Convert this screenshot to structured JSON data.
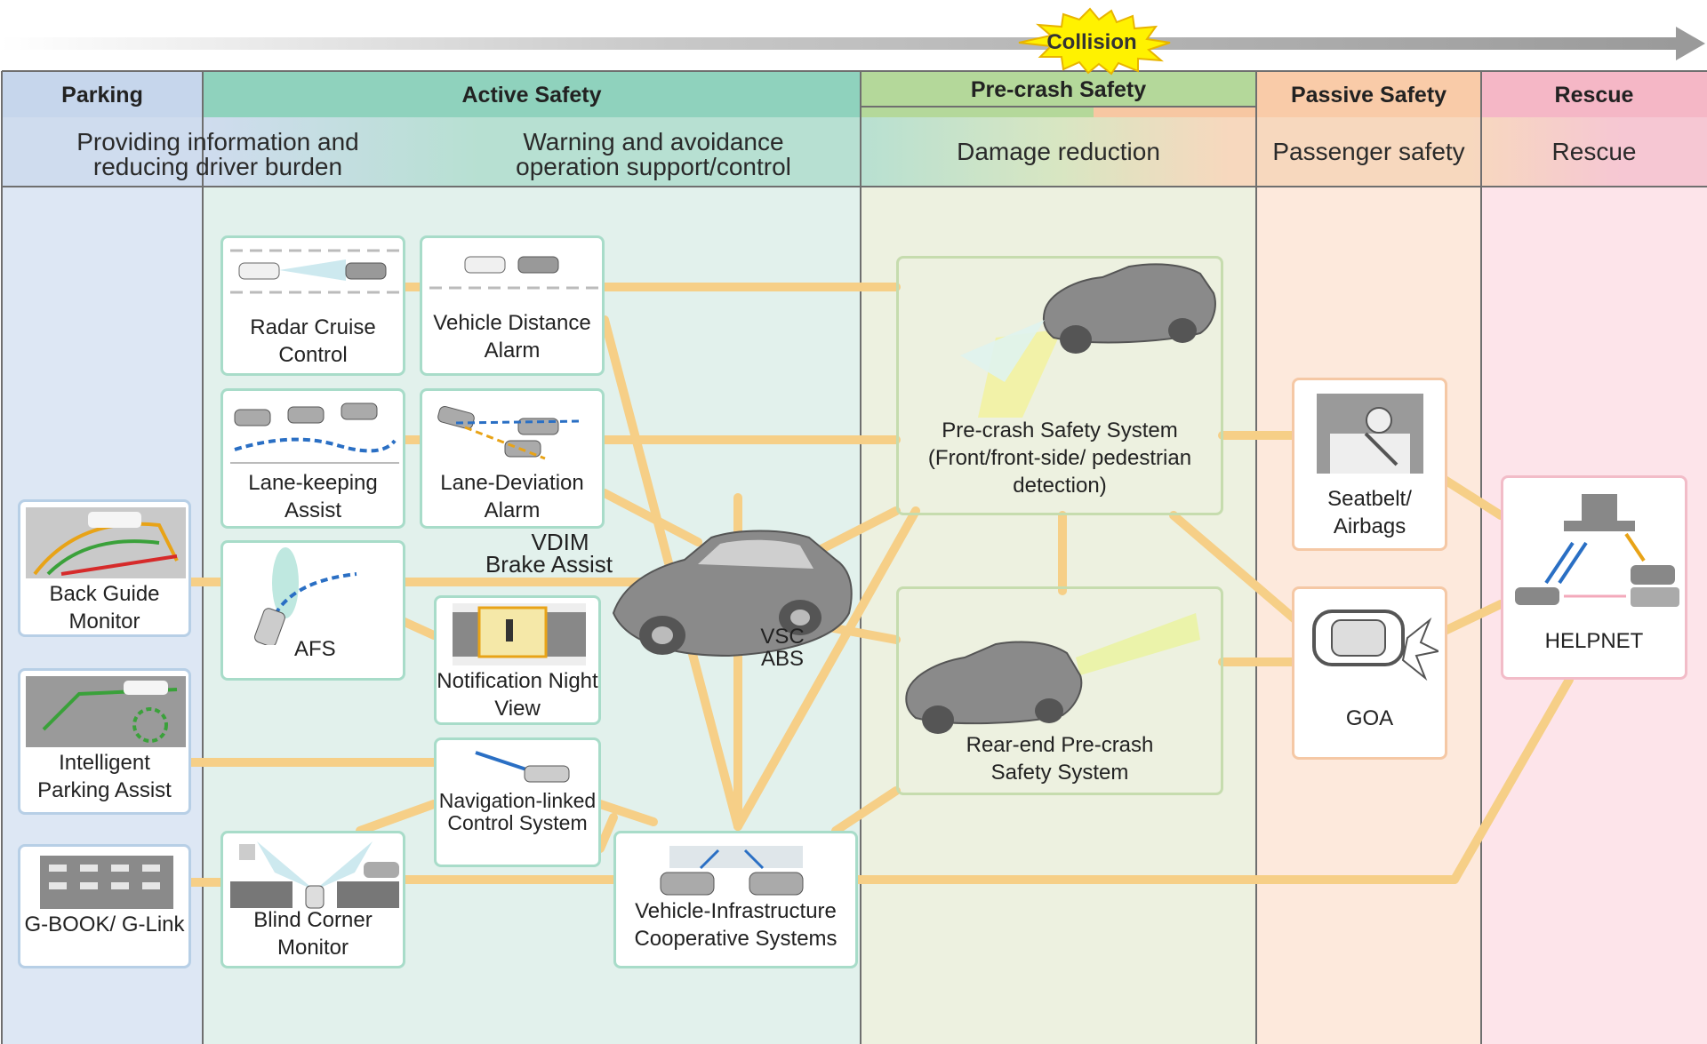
{
  "collision_label": "Collision",
  "phases": [
    {
      "id": "parking",
      "title": "Parking",
      "subtitle": "Providing information and reducing driver burden"
    },
    {
      "id": "active",
      "title": "Active Safety",
      "subtitle": "Warning and avoidance operation support/control"
    },
    {
      "id": "precrash",
      "title": "Pre-crash Safety",
      "subtitle": "Damage reduction"
    },
    {
      "id": "passive",
      "title": "Passive Safety",
      "subtitle": "Passenger safety"
    },
    {
      "id": "rescue",
      "title": "Rescue",
      "subtitle": "Rescue"
    }
  ],
  "systems": {
    "back_guide_monitor": "Back Guide Monitor",
    "intelligent_parking_assist": "Intelligent Parking Assist",
    "gbook": "G-BOOK/ G-Link",
    "radar_cruise": "Radar Cruise Control",
    "vehicle_distance_alarm": "Vehicle Distance Alarm",
    "lane_keeping": "Lane-keeping Assist",
    "lane_deviation": "Lane-Deviation Alarm",
    "afs": "AFS",
    "night_view": "Notification Night View",
    "navigation_linked": "Navigation-linked Control System",
    "blind_corner": "Blind Corner Monitor",
    "vics": "Vehicle-Infrastructure Cooperative Systems",
    "precrash_system": "Pre-crash Safety System (Front/front-side/ pedestrian detection)",
    "rearend_precrash": "Rear-end Pre-crash Safety System",
    "seatbelt": "Seatbelt/ Airbags",
    "goa": "GOA",
    "helpnet": "HELPNET"
  },
  "center_labels": {
    "vdim": "VDIM",
    "brake_assist": "Brake Assist",
    "vsc": "VSC",
    "abs": "ABS"
  },
  "colors": {
    "parking": "#dde7f4",
    "active": "#e2f1ec",
    "precrash": "#edf1e0",
    "passive": "#fde9dc",
    "rescue": "#fde4ea",
    "connector": "#f6cf87",
    "collision_burst": "#fff200"
  }
}
